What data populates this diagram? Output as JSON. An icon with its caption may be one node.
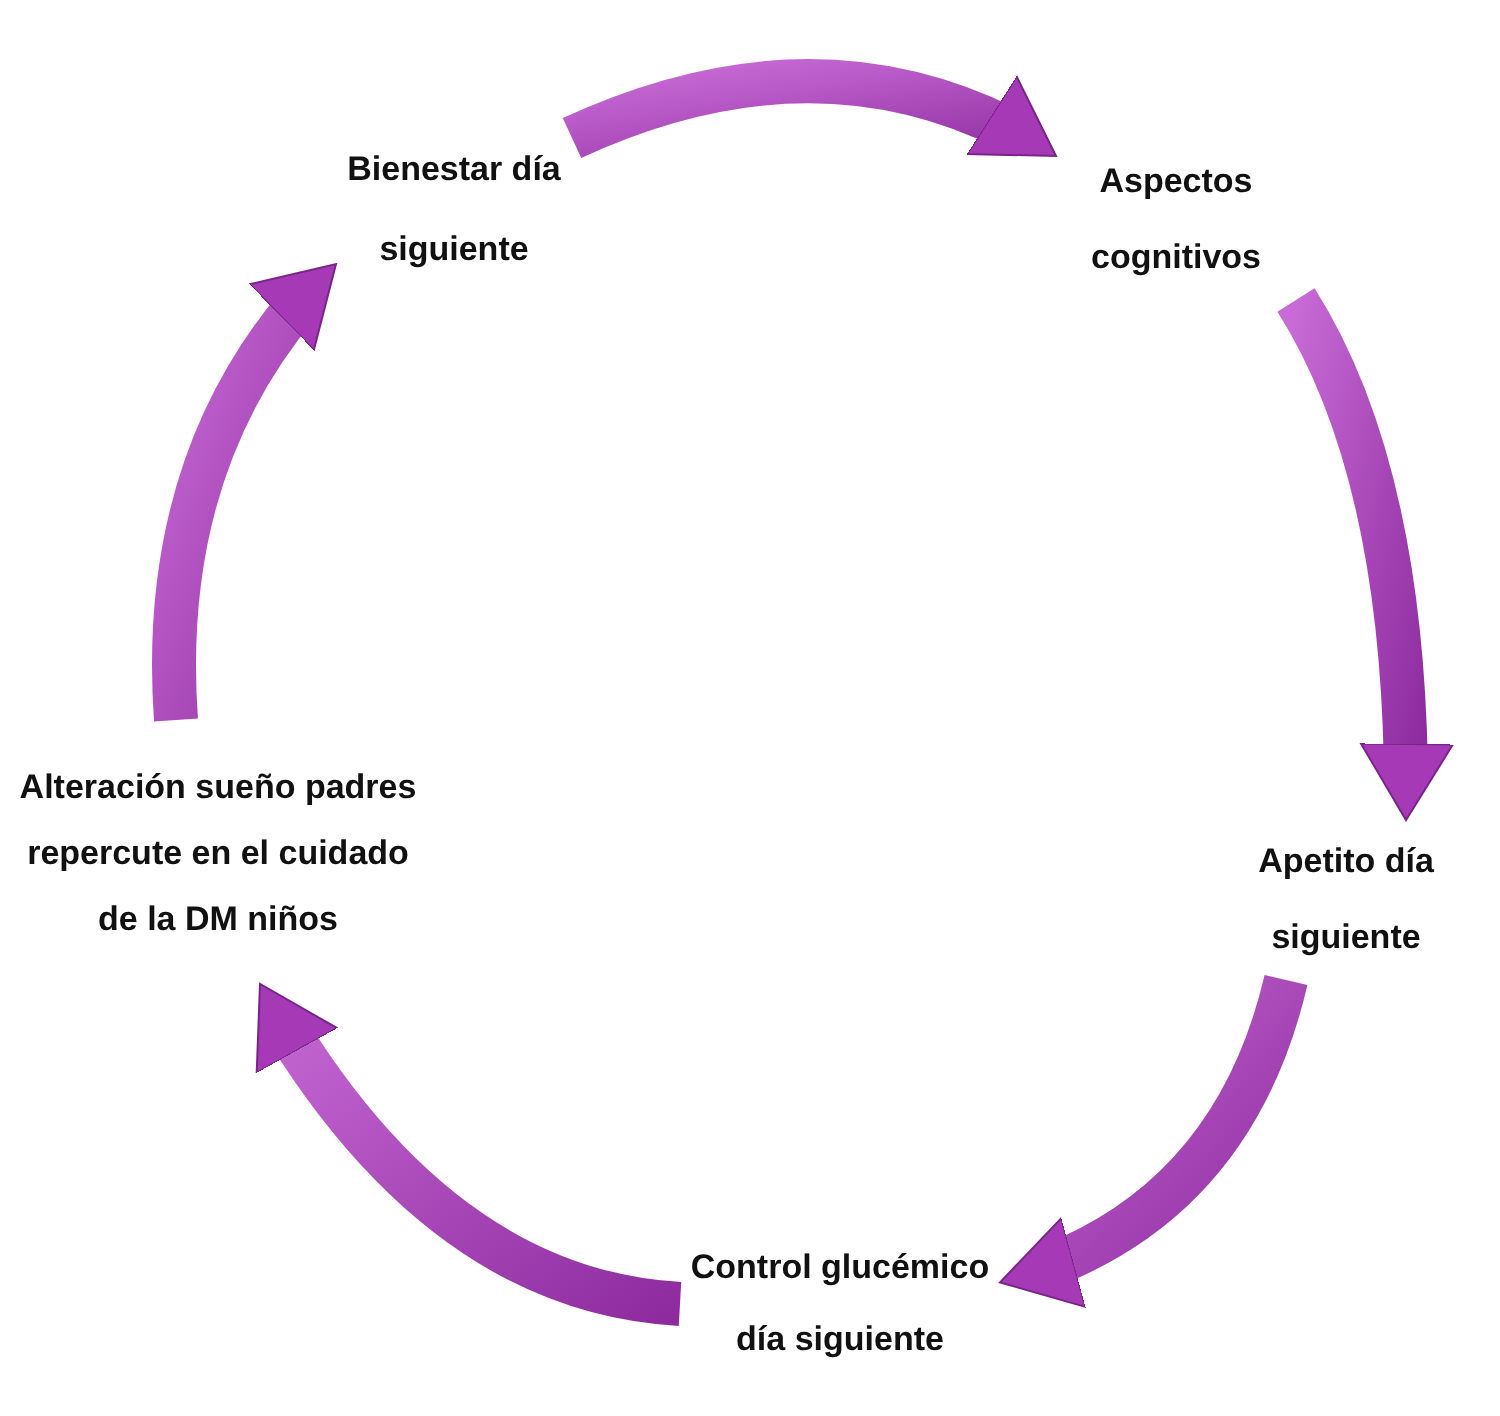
{
  "diagram": {
    "nodes": [
      {
        "text": [
          "Bienestar día siguiente"
        ]
      },
      {
        "text": [
          "Aspectos cognitivos"
        ]
      },
      {
        "text": [
          "Apetito día siguiente"
        ]
      },
      {
        "text": [
          "Control glucémico día siguiente"
        ]
      },
      {
        "text": [
          "Alteración sueño padres repercute en el cuidado de la DM niños"
        ]
      }
    ],
    "edges": [
      {
        "from": 0,
        "to": 1,
        "arrow": "to"
      },
      {
        "from": 1,
        "to": 2,
        "arrow": "to"
      },
      {
        "from": 2,
        "to": 3,
        "arrow": "to"
      },
      {
        "from": 3,
        "to": 4,
        "arrow": "to"
      },
      {
        "from": 4,
        "to": 0,
        "arrow": "to"
      }
    ]
  }
}
